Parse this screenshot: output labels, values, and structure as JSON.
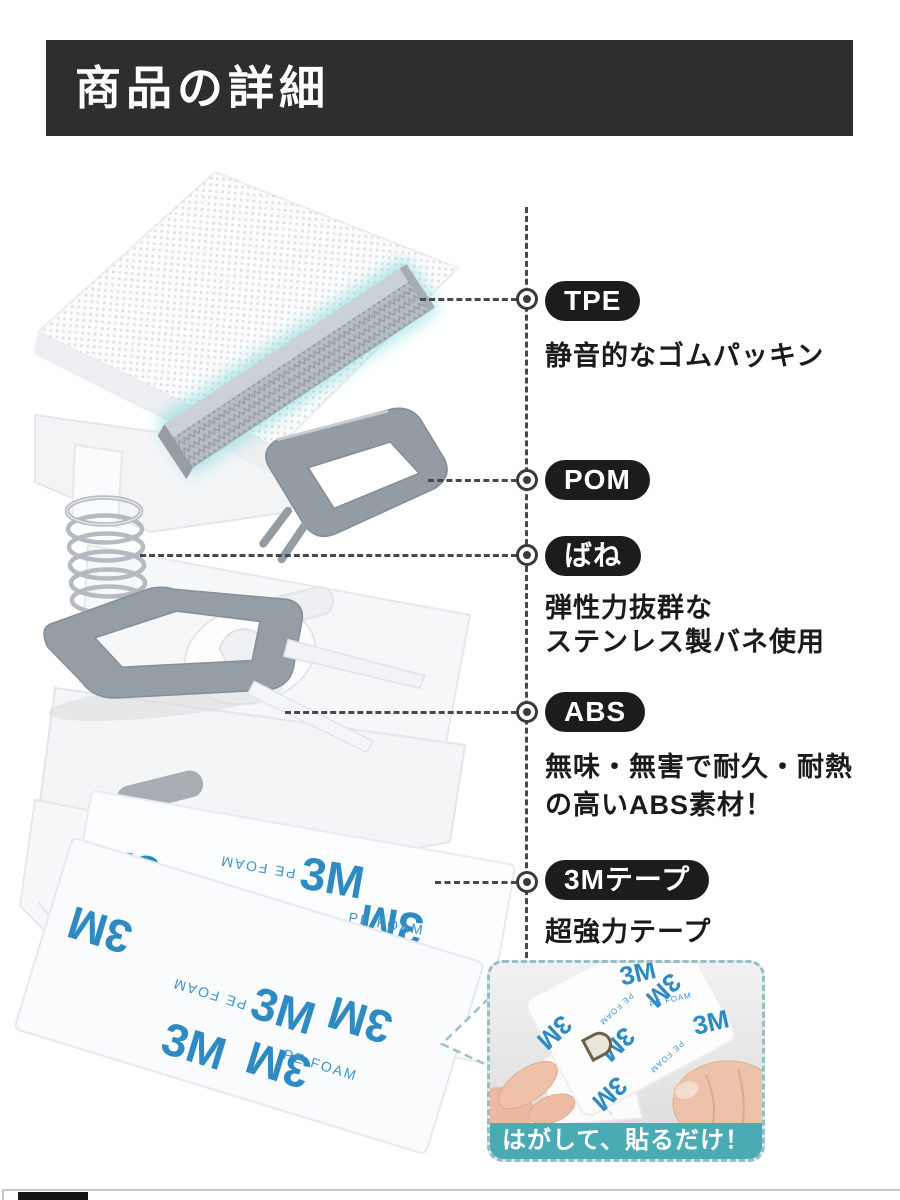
{
  "header": {
    "title": "商品の詳細"
  },
  "materials": {
    "items": [
      {
        "label": "TPE",
        "desc1": "静音的なゴムパッキン",
        "desc2": ""
      },
      {
        "label": "POM",
        "desc1": "",
        "desc2": ""
      },
      {
        "label": "ばね",
        "desc1": "弾性力抜群な",
        "desc2": "ステンレス製バネ使用"
      },
      {
        "label": "ABS",
        "desc1": "無味・無害で耐久・耐熱",
        "desc2": "の高いABS素材！"
      },
      {
        "label": "3Mテープ",
        "desc1": "超強力テープ",
        "desc2": ""
      }
    ]
  },
  "tape": {
    "brand": "3M",
    "foam": "PE FOAM"
  },
  "inset": {
    "caption": "はがして、貼るだけ！"
  },
  "colors": {
    "header_bg": "#2e2e30",
    "badge_bg": "#1c1c1e",
    "accent_teal": "#49abb4",
    "tape_blue": "#2e8ac2",
    "glow_teal": "#7fd9d9"
  }
}
